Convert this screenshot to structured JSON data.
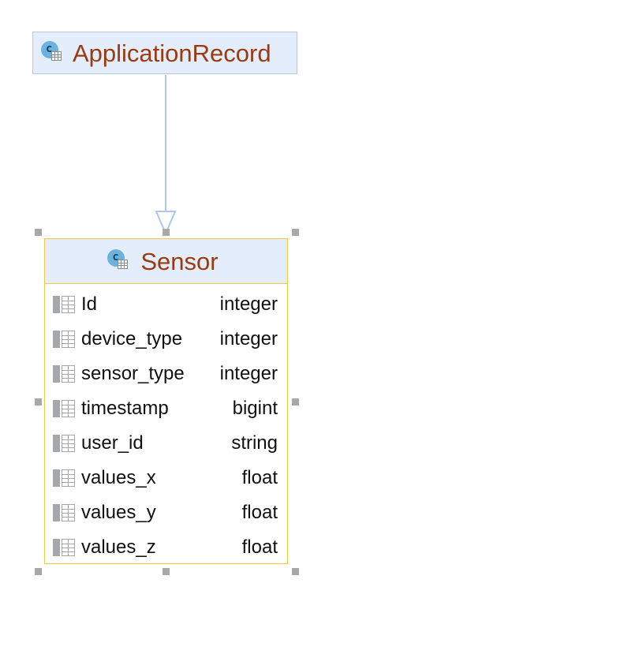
{
  "diagram": {
    "parent_class": {
      "name": "ApplicationRecord",
      "icon": "class-icon"
    },
    "entity": {
      "name": "Sensor",
      "icon": "class-icon",
      "columns": [
        {
          "name": "Id",
          "type": "integer",
          "icon": "column-icon"
        },
        {
          "name": "device_type",
          "type": "integer",
          "icon": "column-icon"
        },
        {
          "name": "sensor_type",
          "type": "integer",
          "icon": "column-icon"
        },
        {
          "name": "timestamp",
          "type": "bigint",
          "icon": "column-icon"
        },
        {
          "name": "user_id",
          "type": "string",
          "icon": "column-icon"
        },
        {
          "name": "values_x",
          "type": "float",
          "icon": "column-icon"
        },
        {
          "name": "values_y",
          "type": "float",
          "icon": "column-icon"
        },
        {
          "name": "values_z",
          "type": "float",
          "icon": "column-icon"
        }
      ]
    },
    "relation": "inheritance",
    "colors": {
      "header_bg": "#e3edfb",
      "title_text": "#9a3a12",
      "selection_border": "#f0c948",
      "connector": "#a9c7f0",
      "class_icon": "#6bb3de"
    }
  }
}
